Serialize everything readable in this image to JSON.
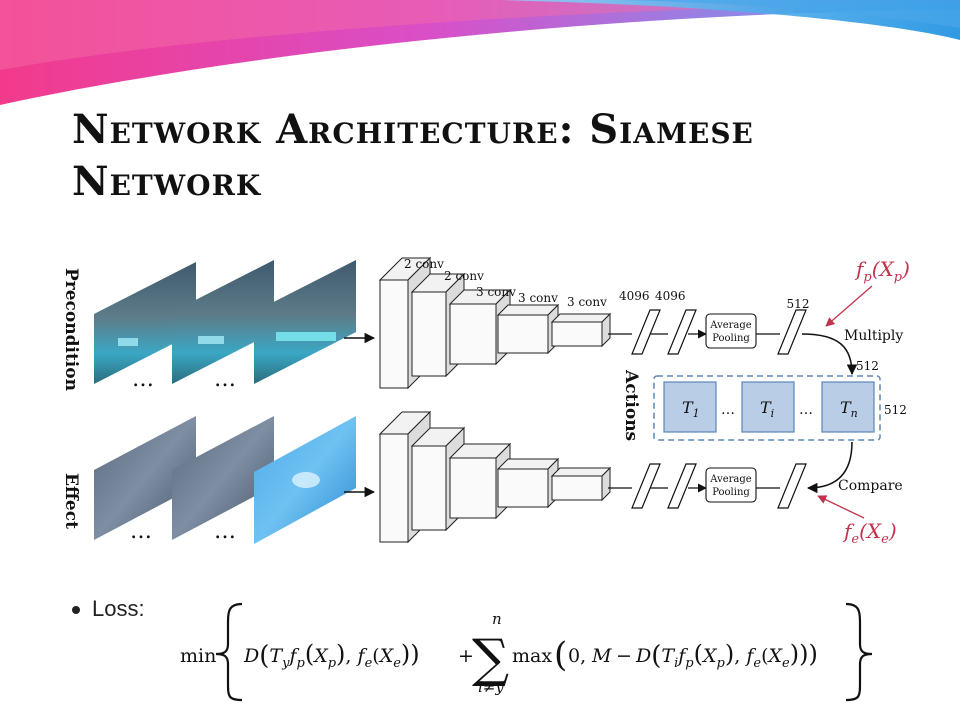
{
  "slide": {
    "title_line1": "Network Architecture: Siamese",
    "title_line2": "Network",
    "bullet_label": "Loss:"
  },
  "diagram": {
    "row_labels": {
      "precondition": "Precondition",
      "effect": "Effect"
    },
    "ellipsis": "…",
    "conv_labels": [
      "2 conv",
      "2 conv",
      "3 conv",
      "3 conv",
      "3 conv"
    ],
    "fc_labels": [
      "4096",
      "4096"
    ],
    "pool_label_line1": "Average",
    "pool_label_line2": "Pooling",
    "dim_512": "512",
    "multiply_label": "Multiply",
    "compare_label": "Compare",
    "actions_label": "Actions",
    "fp_label": {
      "f": "f",
      "f_sub": "p",
      "x": "X",
      "x_sub": "p"
    },
    "fe_label": {
      "f": "f",
      "f_sub": "e",
      "x": "X",
      "x_sub": "e"
    },
    "transforms": [
      {
        "name": "T",
        "sub": "1"
      },
      {
        "name": "T",
        "sub": "i"
      },
      {
        "name": "T",
        "sub": "n"
      }
    ]
  },
  "formula": {
    "min": "min",
    "max": "max",
    "sum_upper": "n",
    "sum_lower": "i≠y",
    "zero": "0,",
    "M": "M",
    "minus": "−",
    "plus": "+"
  },
  "colors": {
    "accent_red": "#c0344e",
    "action_box_fill": "#b9cde6",
    "action_border": "#5b86b8"
  }
}
